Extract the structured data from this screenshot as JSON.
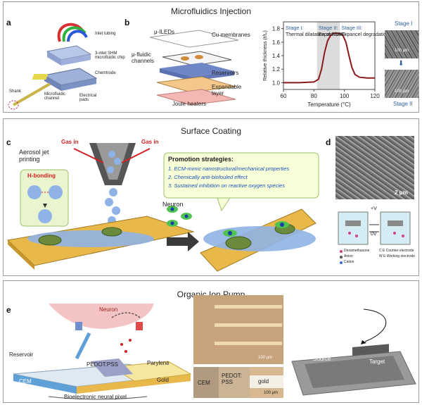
{
  "panel_titles": {
    "injection": "Microfluidics Injection",
    "coating": "Surface Coating",
    "pump": "Organic Ion Pump"
  },
  "letters": {
    "a": "a",
    "b": "b",
    "c": "c",
    "d": "d",
    "e": "e"
  },
  "panel_a": {
    "inlet_tubing": "Inlet tubing",
    "chip": "3-inlet SHM microfluidic chip",
    "chemtrode": "Chemtrode",
    "shank": "Shank",
    "channel": "Microfluidic channel",
    "pads": "Electrical pads"
  },
  "panel_b": {
    "ileds": "μ-ILEDs",
    "cu": "Cu membranes",
    "channels": "μ-fluidic channels",
    "reservoirs": "Reservoirs",
    "expandable": "Expandable layer",
    "joule": "Joule heaters"
  },
  "chart_data": {
    "type": "line",
    "xlabel": "Temperature (°C)",
    "ylabel": "Relative thickness (t/t₀)",
    "xlim": [
      60,
      120
    ],
    "ylim": [
      0.9,
      1.9
    ],
    "x_ticks": [
      "60",
      "80",
      "100",
      "120"
    ],
    "y_ticks": [
      "1.0",
      "1.2",
      "1.4",
      "1.6",
      "1.8"
    ],
    "shaded_region": [
      82,
      97
    ],
    "stage1": "Stage I:",
    "stage1_desc": "Thermal dilatation of PDMS",
    "stage2": "Stage II:",
    "stage2_desc": "Expansion",
    "stage3": "Stage III:",
    "stage3_desc": "Expancel degradation",
    "x": [
      60,
      70,
      80,
      83,
      85,
      87,
      89,
      91,
      93,
      95,
      97,
      99,
      101,
      103,
      105,
      107,
      110,
      115,
      120
    ],
    "y": [
      1.0,
      1.0,
      1.01,
      1.05,
      1.2,
      1.45,
      1.62,
      1.7,
      1.73,
      1.73,
      1.73,
      1.7,
      1.6,
      1.4,
      1.22,
      1.12,
      1.08,
      1.07,
      1.07
    ]
  },
  "sem": {
    "stage1": "Stage I",
    "stage2": "Stage II",
    "scale1": "100 μm",
    "scale2": "100 μm"
  },
  "panel_c": {
    "gas_left": "Gas in",
    "gas_right": "Gas in",
    "aerosol": "Aerosol jet printing",
    "hbonding": "H-bonding",
    "neuron": "Neuron",
    "promo_title": "Promotion strategies:",
    "promo_items": [
      "1. ECM-mimic nanostructural/mechanical properties",
      "2. Chemically anti-biofouled effect",
      "3. Sustained inhibition on reactive oxygen species"
    ]
  },
  "panel_d": {
    "scale": "2 μm",
    "plus_v": "+V",
    "zero_v": "0V",
    "legend_dex": "Dexamethasone",
    "legend_anion": "Anion",
    "legend_cation": "Cation",
    "legend_ce": "C E  Counter electrode",
    "legend_we": "W E  Working electrode",
    "ce": "C E",
    "we": "W E"
  },
  "panel_e": {
    "neuron": "Neuron",
    "reservoir": "Reservoir",
    "pedot": "PEDOT:PSS",
    "parylene": "Parylene",
    "cem": "CEM",
    "gold": "Gold",
    "pixel": "Bioelectronic neural pixel",
    "scale1": "100 μm",
    "cem2": "CEM",
    "pedot2": "PEDOT:\nPSS",
    "gold2": "gold",
    "scale2": "100 μm",
    "source": "Source",
    "target": "Target"
  },
  "colors": {
    "curve": "#8b1a1a",
    "shade": "#dcdcdc",
    "stage_text": "#2f5f9e",
    "promo_text": "#1f4fb5",
    "gas_red": "#d42020",
    "hbond_red": "#d42020",
    "gold": "#e8b84a",
    "coat_blue": "#8fb3e6"
  }
}
